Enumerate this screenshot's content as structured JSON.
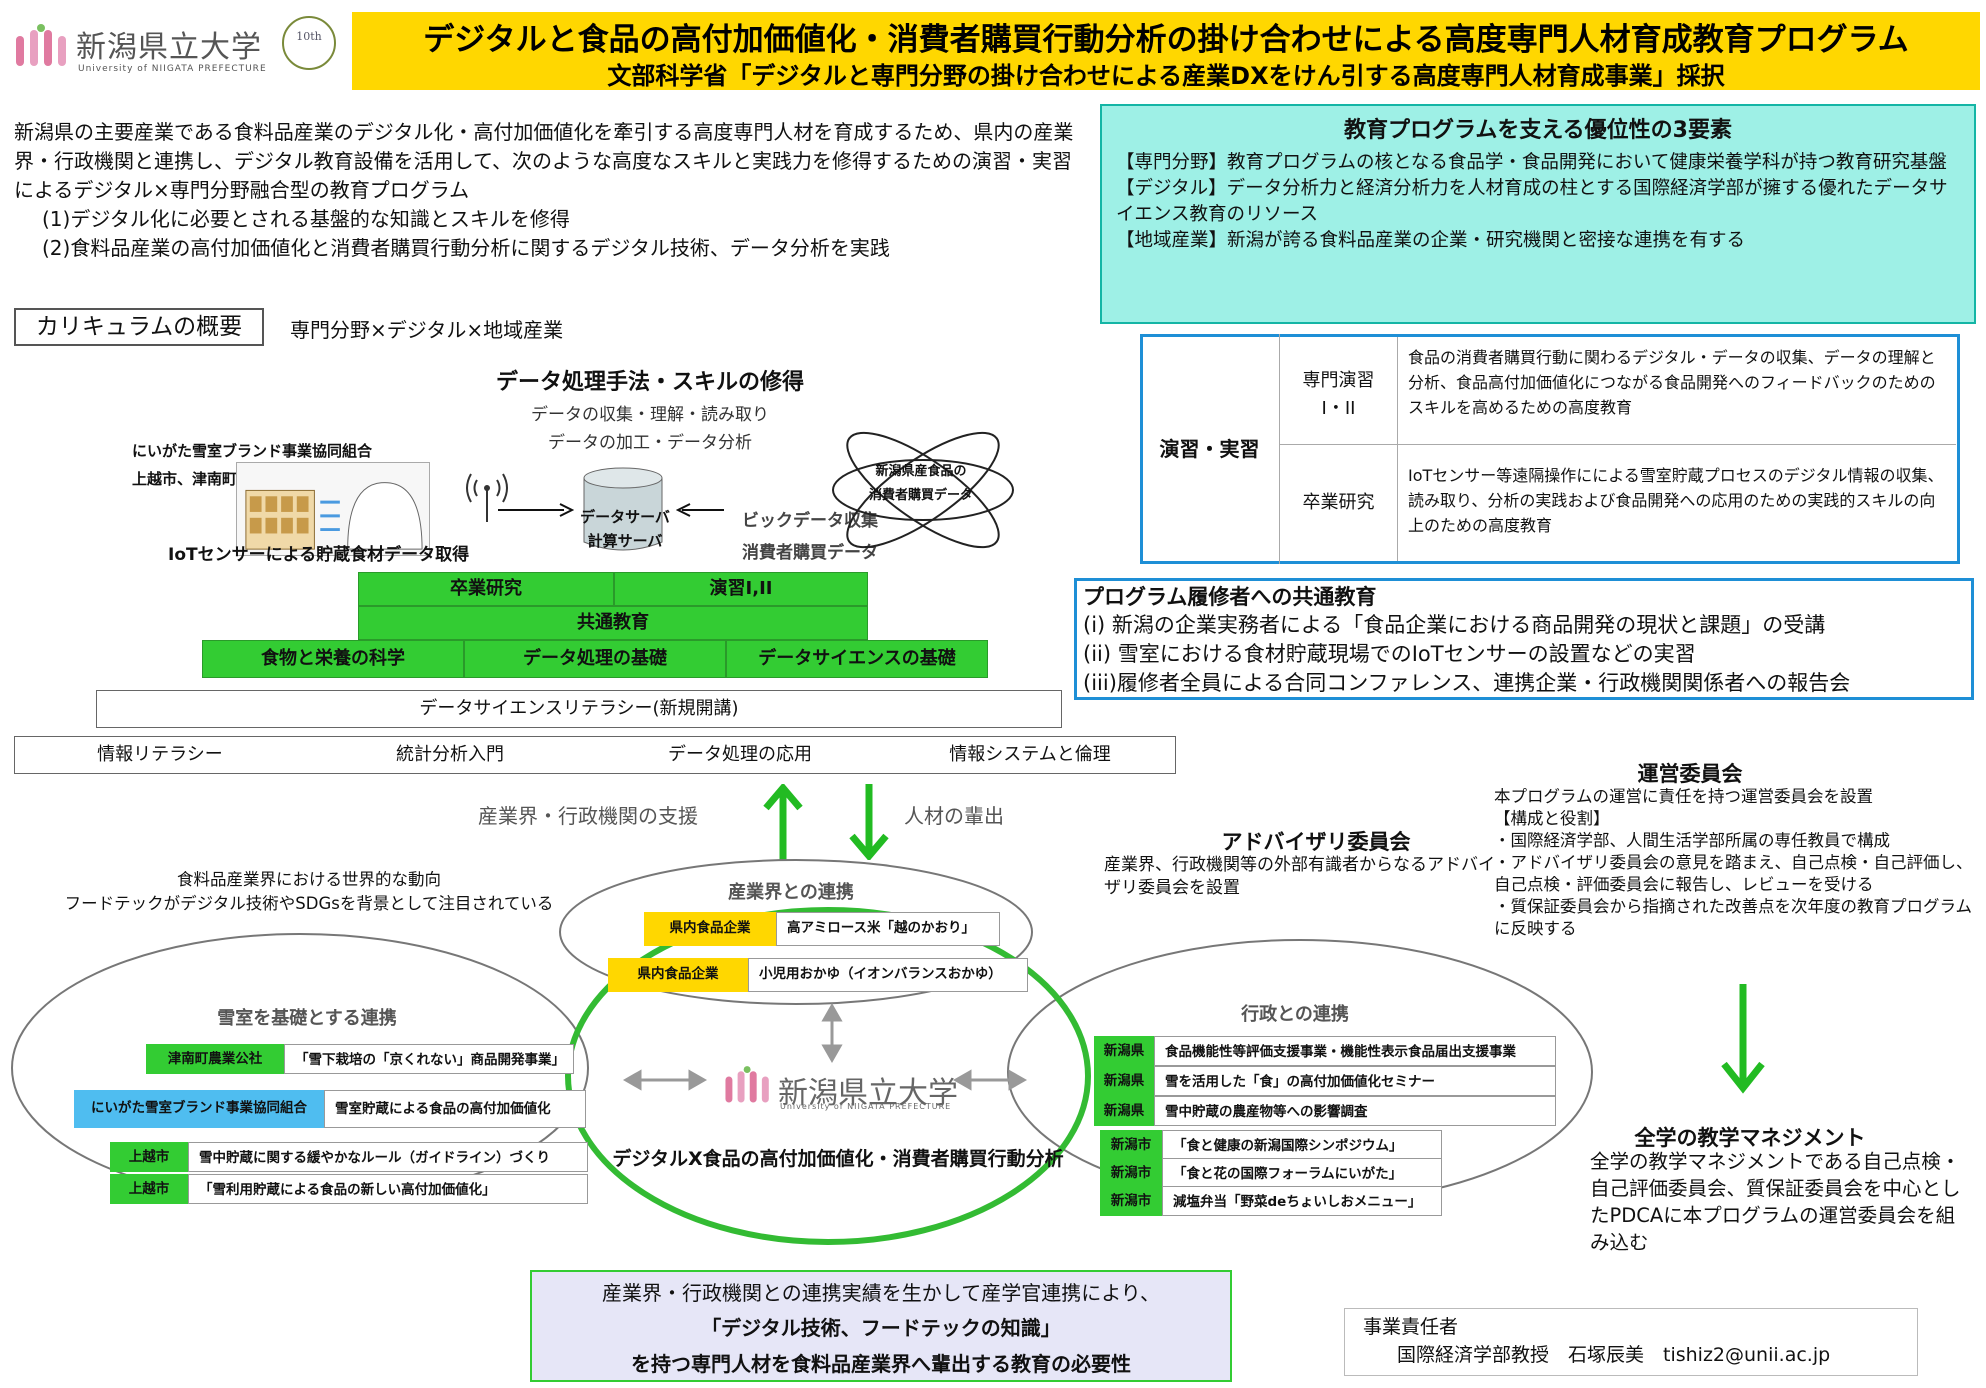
{
  "header": {
    "title": "デジタルと食品の高付加価値化・消費者購買行動分析の掛け合わせによる高度専門人材育成教育プログラム",
    "subtitle": "文部科学省「デジタルと専門分野の掛け合わせによる産業DXをけん引する高度専門人材育成事業」採択",
    "logo_text": "新潟県立大学",
    "logo_en": "University of NIIGATA PREFECTURE",
    "anniv_text": "10th"
  },
  "intro": {
    "paragraph": "新潟県の主要産業である食料品産業のデジタル化・高付加価値化を牽引する高度専門人材を育成するため、県内の産業界・行政機関と連携し、デジタル教育設備を活用して、次のような高度なスキルと実践力を修得するための演習・実習によるデジタル×専門分野融合型の教育プログラム",
    "items": [
      "(1)デジタル化に必要とされる基盤的な知識とスキルを修得",
      "(2)食料品産業の高付加価値化と消費者購買行動分析に関するデジタル技術、データ分析を実践"
    ]
  },
  "advantages": {
    "title": "教育プログラムを支える優位性の3要素",
    "items": [
      "【専門分野】教育プログラムの核となる食品学・食品開発において健康栄養学科が持つ教育研究基盤",
      "【デジタル】データ分析力と経済分析力を人材育成の柱とする国際経済学部が擁する優れたデータサイエンス教育のリソース",
      "【地域産業】新潟が誇る食料品産業の企業・研究機関と密接な連携を有する"
    ]
  },
  "curriculum": {
    "heading": "カリキュラムの概要",
    "subheading": "専門分野×デジタル×地域産業"
  },
  "data_processing": {
    "title": "データ処理手法・スキルの修得",
    "line1": "データの収集・理解・読み取り",
    "line2": "データの加工・データ分析",
    "yuki_label": "にいがた雪室ブランド事業協同組合",
    "yuki_city": "上越市、津南町",
    "iot_caption": "IoTセンサーによる貯蔵食材データ取得",
    "server_line1": "データサーバ",
    "server_line2": "計算サーバ",
    "bigdata_line1": "ビックデータ収集",
    "bigdata_line2": "消費者購買データ",
    "atom_line1": "新潟県産食品の",
    "atom_line2": "消費者購買データ"
  },
  "stack": {
    "graduate": "卒業研究",
    "practice": "演習I,II",
    "common": "共通教育",
    "food": "食物と栄養の科学",
    "dp_base": "データ処理の基礎",
    "ds_base": "データサイエンスの基礎",
    "ds_literacy": "データサイエンスリテラシー(新規開講)",
    "base_row": [
      "情報リテラシー",
      "統計分析入門",
      "データ処理の応用",
      "情報システムと倫理"
    ]
  },
  "flow": {
    "support": "産業界・行政機関の支援",
    "output": "人材の輩出"
  },
  "practice_table": {
    "label": "演習・実習",
    "rows": [
      {
        "name1": "専門演習",
        "name2": "I・II",
        "desc": "食品の消費者購買行動に関わるデジタル・データの収集、データの理解と分析、食品高付加価値化につながる食品開発へのフィードバックのためのスキルを高めるための高度教育"
      },
      {
        "name": "卒業研究",
        "desc": "IoTセンサー等遠隔操作にによる雪室貯蔵プロセスのデジタル情報の収集、読み取り、分析の実践および食品開発への応用のための実践的スキルの向上のための高度教育"
      }
    ]
  },
  "common_education": {
    "title": "プログラム履修者への共通教育",
    "items": [
      "(i)  新潟の企業実務者による「食品企業における商品開発の現状と課題」の受講",
      "(ii) 雪室における食材貯蔵現場でのIoTセンサーの設置などの実習",
      "(iii)履修者全員による合同コンファレンス、連携企業・行政機関関係者への報告会"
    ]
  },
  "management": {
    "title": "運営委員会",
    "lines": [
      "本プログラムの運営に責任を持つ運営委員会を設置",
      "【構成と役割】",
      "・国際経済学部、人間生活学部所属の専任教員で構成",
      "・アドバイザリ委員会の意見を踏まえ、自己点検・自己評価し、自己点検・評価委員会に報告し、レビューを受ける",
      "・質保証委員会から指摘された改善点を次年度の教育プログラムに反映する"
    ],
    "campus_title": "全学の教学マネジメント",
    "campus_text": "全学の教学マネジメントである自己点検・自己評価委員会、質保証委員会を中心としたPDCAに本プログラムの運営委員会を組み込む"
  },
  "advisory": {
    "title": "アドバイザリ委員会",
    "text": "産業界、行政機関等の外部有識者からなるアドバイザリ委員会を設置"
  },
  "trend": {
    "line1": "食料品産業界における世界的な動向",
    "line2": "フードテックがデジタル技術やSDGsを背景として注目されている"
  },
  "industry": {
    "title": "産業界との連携",
    "rows": [
      {
        "tag": "県内食品企業",
        "value": "高アミロース米「越のかおり」"
      },
      {
        "tag": "県内食品企業",
        "value": "小児用おかゆ（イオンバランスおかゆ）"
      }
    ]
  },
  "snow": {
    "title": "雪室を基礎とする連携",
    "rows": [
      {
        "tag": "津南町農業公社",
        "value": "「雪下栽培の「京くれない」商品開発事業」"
      },
      {
        "tag": "にいがた雪室ブランド事業協同組合",
        "value": "雪室貯蔵による食品の高付加価値化"
      },
      {
        "tag": "上越市",
        "value": "雪中貯蔵に関する緩やかなルール（ガイドライン）づくり"
      },
      {
        "tag": "上越市",
        "value": "「雪利用貯蔵による食品の新しい高付加価値化」"
      }
    ]
  },
  "government": {
    "title": "行政との連携",
    "rows": [
      {
        "tag": "新潟県",
        "value": "食品機能性等評価支援事業・機能性表示食品届出支援事業"
      },
      {
        "tag": "新潟県",
        "value": "雪を活用した「食」の高付加価値化セミナー"
      },
      {
        "tag": "新潟県",
        "value": "雪中貯蔵の農産物等への影響調査"
      },
      {
        "tag": "新潟市",
        "value": "「食と健康の新潟国際シンポジウム」"
      },
      {
        "tag": "新潟市",
        "value": "「食と花の国際フォーラムにいがた」"
      },
      {
        "tag": "新潟市",
        "value": "減塩弁当「野菜deちょいしおメニュー」"
      }
    ]
  },
  "center": {
    "logo_text": "新潟県立大学",
    "logo_en": "University of NIIGATA PREFECTURE",
    "caption": "デジタルX食品の高付加価値化・消費者購買行動分析"
  },
  "statement": {
    "line1": "産業界・行政機関との連携実績を生かして産学官連携により、",
    "line2": "「デジタル技術、フードテックの知識」",
    "line3": "を持つ専門人材を食料品産業界へ輩出する教育の必要性"
  },
  "responsible": {
    "label": "事業責任者",
    "detail": "国際経済学部教授　石塚辰美　tishiz2@unii.ac.jp"
  },
  "colors": {
    "header": "#ffd700",
    "green": "#33cc33",
    "teal_box": "#9ef0e6",
    "blue_border": "#1e8fd6",
    "light_blue_tag": "#4fbdf0",
    "statement_bg": "#e6e6f7"
  }
}
